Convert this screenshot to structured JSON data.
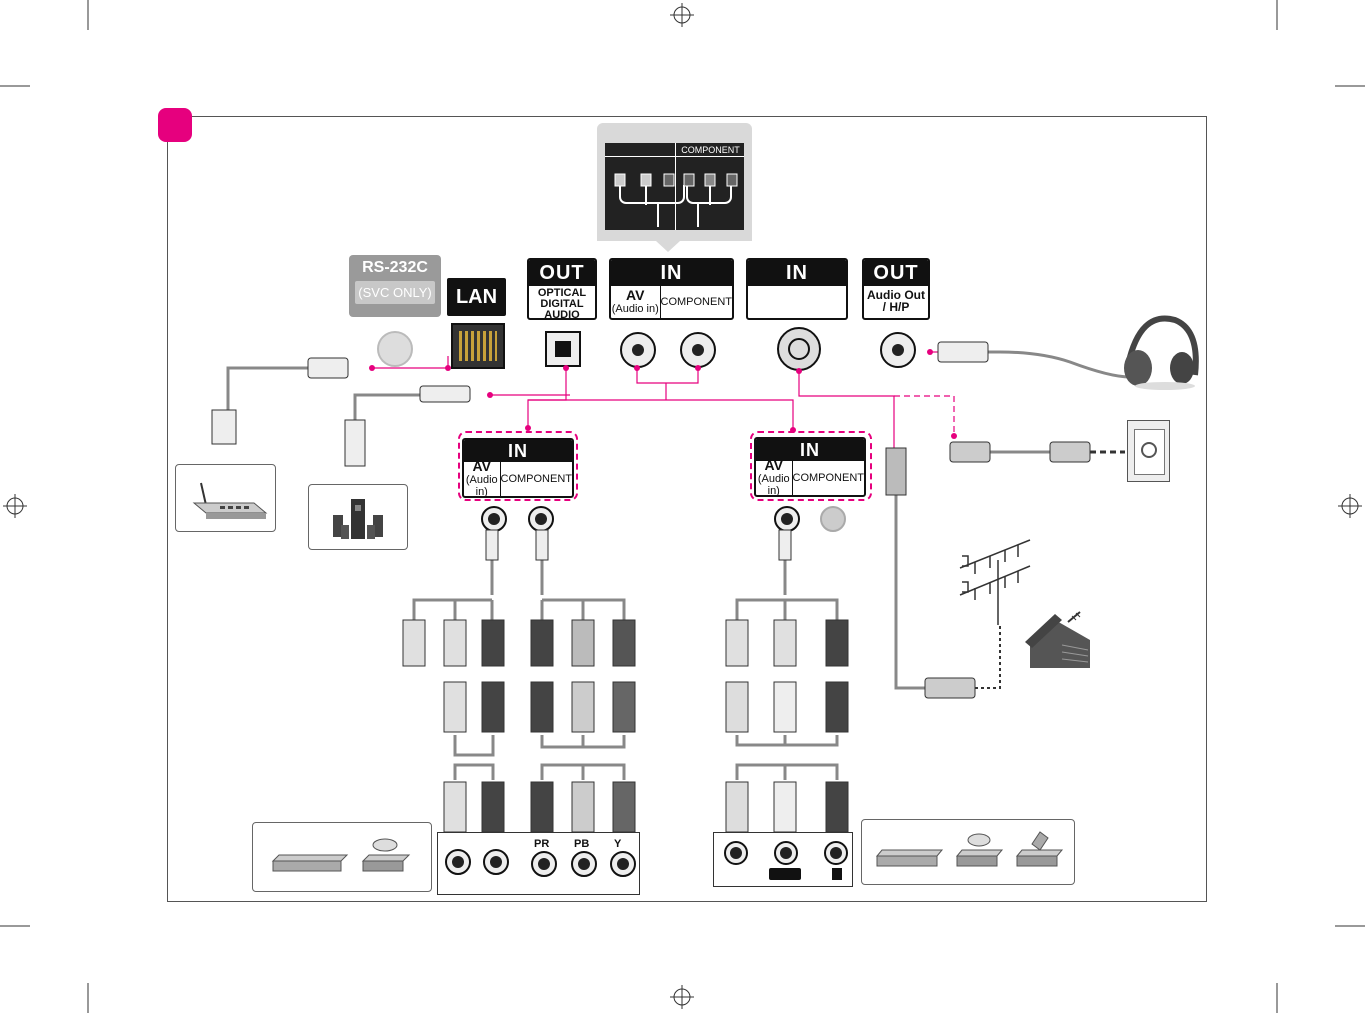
{
  "ports": {
    "rs232": {
      "title": "RS-232C",
      "subtitle": "(SVC ONLY)"
    },
    "lan": {
      "label": "LAN"
    },
    "optical": {
      "head": "OUT",
      "line1": "OPTICAL",
      "line2": "DIGITAL",
      "line3": "AUDIO"
    },
    "av_in": {
      "head": "IN",
      "av": "AV",
      "audio_in": "(Audio in)",
      "component": "COMPONENT"
    },
    "antenna_in": {
      "head": "IN"
    },
    "audio_out": {
      "head": "OUT",
      "line1": "Audio Out",
      "line2": "/ H/P"
    }
  },
  "callout": {
    "component_label": "COMPONENT"
  },
  "adapter_left": {
    "head": "IN",
    "av": "AV",
    "audio_in": "(Audio in)",
    "component": "COMPONENT"
  },
  "adapter_right": {
    "head": "IN",
    "av": "AV",
    "audio_in": "(Audio in)",
    "component": "COMPONENT"
  },
  "component_panel": {
    "pr": "PR",
    "pb": "PB",
    "y": "Y"
  },
  "colors": {
    "accent": "#e6007e",
    "black": "#111111",
    "gray": "#9a9a9a"
  },
  "icons": [
    "router-icon",
    "speaker-system-icon",
    "headphones-icon",
    "wall-jack-icon",
    "antenna-icon",
    "house-icon",
    "dvd-player-icon",
    "vcr-icon"
  ]
}
